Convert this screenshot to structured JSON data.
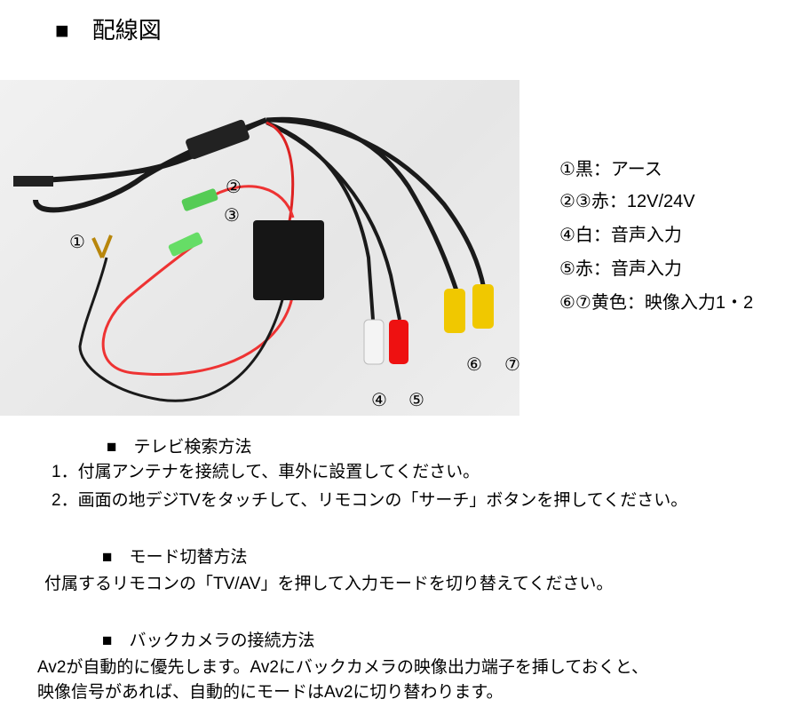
{
  "title": "■　配線図",
  "photo_labels": [
    "①",
    "②",
    "③",
    "④",
    "⑤",
    "⑥",
    "⑦"
  ],
  "legend": [
    "①黒：アース",
    "②③赤：12V/24V",
    "④白：音声入力",
    "⑤赤：音声入力",
    "⑥⑦黄色：映像入力1・2"
  ],
  "sections": [
    {
      "heading": "■　テレビ検索方法",
      "lines": [
        "1．付属アンテナを接続して、車外に設置してください。",
        "2．画面の地デジTVをタッチして、リモコンの「サーチ」ボタンを押してください。"
      ]
    },
    {
      "heading": "■　モード切替方法",
      "lines": [
        "付属するリモコンの「TV/AV」を押して入力モードを切り替えてください。"
      ]
    },
    {
      "heading": "■　バックカメラの接続方法",
      "lines": [
        "Av2が自動的に優先します。Av2にバックカメラの映像出力端子を挿しておくと、",
        "映像信号があれば、自動的にモードはAv2に切り替わります。"
      ]
    }
  ]
}
